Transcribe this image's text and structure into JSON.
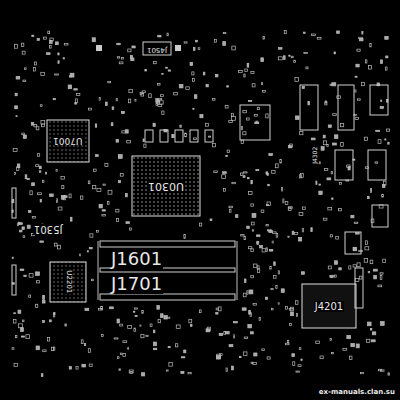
{
  "diagram": {
    "nodes": [
      {
        "text": [
          "J4501"
        ]
      },
      {
        "text": [
          "U7001"
        ]
      },
      {
        "text": [
          "U0301"
        ]
      },
      {
        "text": [
          "J5301"
        ]
      },
      {
        "text": [
          "U2201"
        ]
      },
      {
        "text": [
          "J4201"
        ]
      }
    ],
    "labels": [
      "J1601",
      "J1701",
      "J4302",
      "ex-manuals.clan.su"
    ]
  }
}
